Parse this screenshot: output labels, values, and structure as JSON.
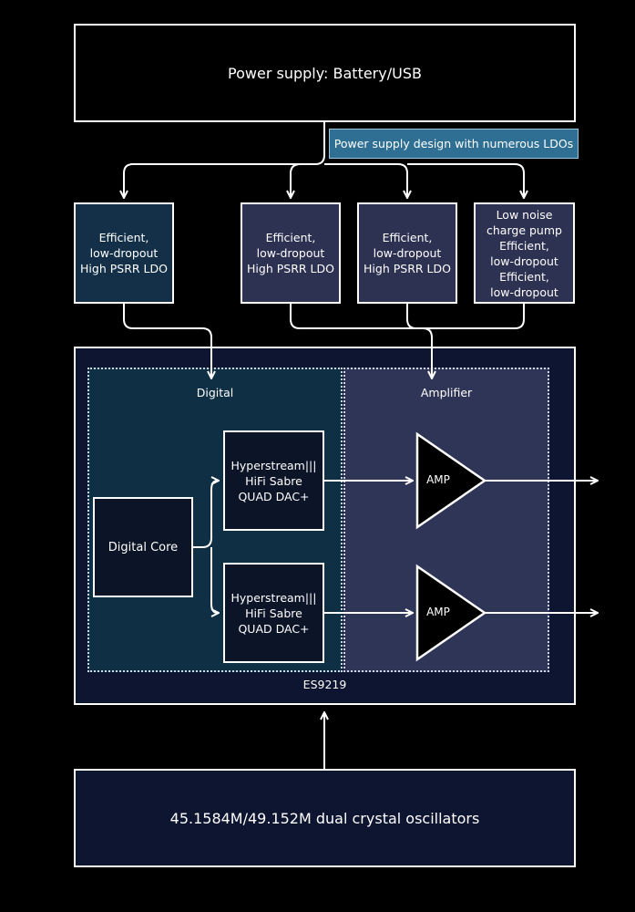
{
  "colors": {
    "background": "#000000",
    "ldo_note_fill": "#2e6f93",
    "digital_zone_fill": "#0f2f45",
    "amplifier_zone_fill": "#2f3556",
    "chip_fill": "#0e1530",
    "ldo_digital_fill": "#143049",
    "ldo_analog_fill": "#2d3152",
    "stroke": "#ffffff"
  },
  "power_supply": {
    "label": "Power supply: Battery/USB"
  },
  "ldo_note": {
    "label": "Power supply design with numerous LDOs"
  },
  "ldos": [
    {
      "label": "Efficient,\nlow-dropout\nHigh PSRR LDO"
    },
    {
      "label": "Efficient,\nlow-dropout\nHigh PSRR LDO"
    },
    {
      "label": "Efficient,\nlow-dropout\nHigh PSRR LDO"
    },
    {
      "label": "Low noise\ncharge pump\nEfficient,\nlow-dropout\nEfficient,\nlow-dropout"
    }
  ],
  "chip": {
    "name": "ES9219",
    "digital_label": "Digital",
    "amplifier_label": "Amplifier",
    "core": {
      "label": "Digital Core"
    },
    "dacs": [
      {
        "label": "Hyperstream|||\nHiFi Sabre\nQUAD DAC+"
      },
      {
        "label": "Hyperstream|||\nHiFi Sabre\nQUAD DAC+"
      }
    ],
    "amps": [
      {
        "label": "AMP"
      },
      {
        "label": "AMP"
      }
    ]
  },
  "oscillator": {
    "label": "45.1584M/49.152M dual crystal oscillators"
  }
}
